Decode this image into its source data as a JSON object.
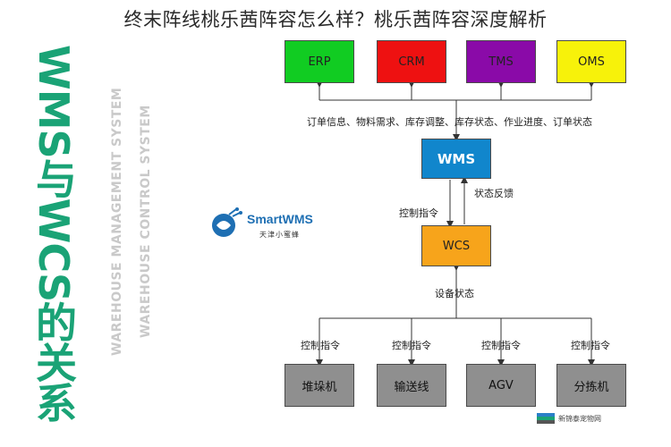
{
  "header": {
    "title": "终末阵线桃乐茜阵容怎么样？桃乐茜阵容深度解析"
  },
  "side": {
    "main_title": "WMS与WCS的关系",
    "sub1": "WAREHOUSE MANAGEMENT SYSTEM",
    "sub2": "WAREHOUSE CONTROL SYSTEM"
  },
  "logo": {
    "brand": "SmartWMS",
    "tagline": "天津小蜜蜂"
  },
  "systems": {
    "erp": "ERP",
    "crm": "CRM",
    "tms": "TMS",
    "oms": "OMS",
    "wms": "WMS",
    "wcs": "WCS"
  },
  "devices": [
    "堆垛机",
    "输送线",
    "AGV",
    "分拣机"
  ],
  "labels": {
    "info_flow": "订单信息、物料需求、库存调整、库存状态、作业进度、订单状态",
    "control_cmd": "控制指令",
    "status_feedback": "状态反馈",
    "device_status": "设备状态",
    "device_cmds": [
      "控制指令",
      "控制指令",
      "控制指令",
      "控制指令"
    ]
  },
  "colors": {
    "erp": "#11cc22",
    "crm": "#ee1111",
    "tms": "#8a0aa8",
    "oms": "#f7f20a",
    "wms": "#1186cc",
    "wcs": "#f7a41b",
    "device": "#8f8f8f",
    "title_green": "#1aa376"
  },
  "watermark": {
    "text": "新锦泰宠物网"
  }
}
